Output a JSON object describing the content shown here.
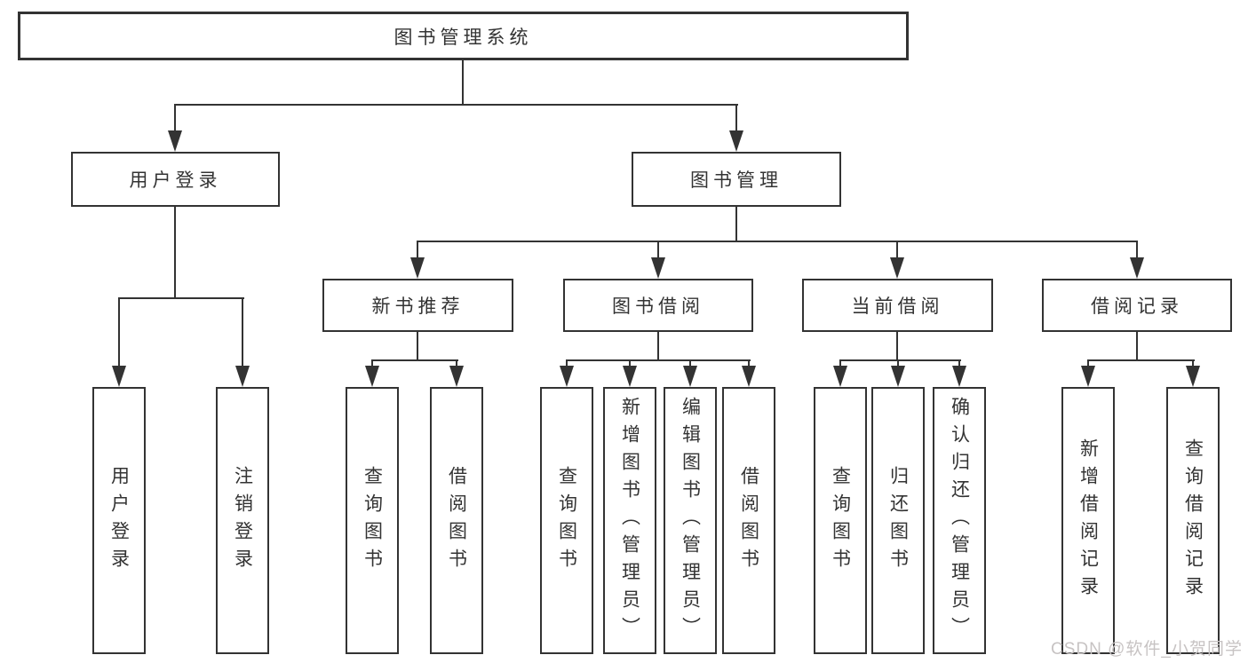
{
  "nodes": {
    "root": "图书管理系统",
    "level1": [
      "用户登录",
      "图书管理"
    ],
    "level2": [
      "新书推荐",
      "图书借阅",
      "当前借阅",
      "借阅记录"
    ],
    "leaves_user_login": [
      "用户登录",
      "注销登录"
    ],
    "leaves_new_book": [
      "查询图书",
      "借阅图书"
    ],
    "leaves_book_borrow": [
      "查询图书",
      "新增图书（管理员）",
      "编辑图书（管理员）",
      "借阅图书"
    ],
    "leaves_current_borrow": [
      "查询图书",
      "归还图书",
      "确认归还（管理员）"
    ],
    "leaves_borrow_records": [
      "新增借阅记录",
      "查询借阅记录"
    ]
  },
  "watermark": {
    "text": "CSDN @软件_小贺同学"
  },
  "colors": {
    "line": "#333333",
    "text": "#333333",
    "watermark": "#c7c3c3"
  }
}
